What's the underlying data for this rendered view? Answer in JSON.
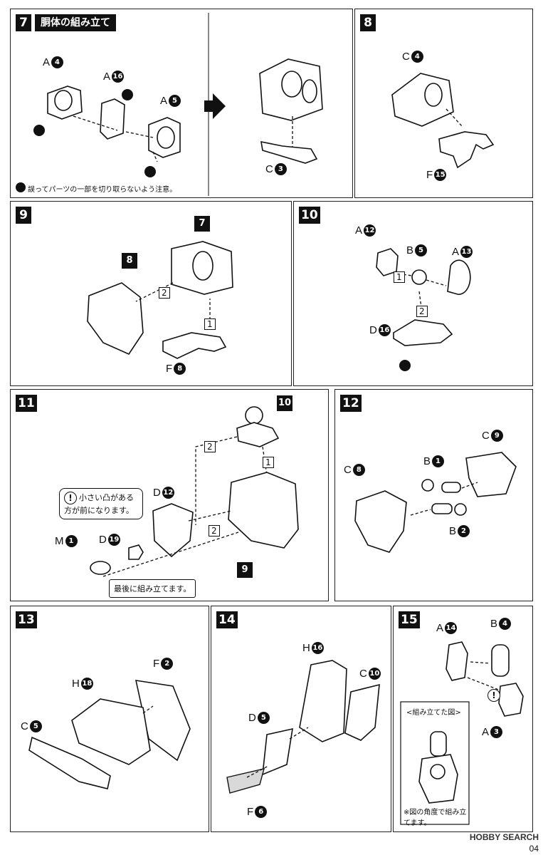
{
  "step7": {
    "num": "7",
    "title": "胴体の組み立て",
    "labels": [
      {
        "letter": "A",
        "n": "4"
      },
      {
        "letter": "A",
        "n": "16"
      },
      {
        "letter": "A",
        "n": "5"
      },
      {
        "letter": "C",
        "n": "3"
      }
    ],
    "note": "誤ってパーツの一部を切り取らないよう注意。"
  },
  "step8": {
    "num": "8",
    "labels": [
      {
        "letter": "C",
        "n": "4"
      },
      {
        "letter": "F",
        "n": "15"
      }
    ]
  },
  "step9": {
    "num": "9",
    "ref7": "7",
    "ref8": "8",
    "box1": "1",
    "box2": "2",
    "labels": [
      {
        "letter": "F",
        "n": "8"
      }
    ]
  },
  "step10": {
    "num": "10",
    "box1": "1",
    "box2": "2",
    "labels": [
      {
        "letter": "A",
        "n": "12"
      },
      {
        "letter": "B",
        "n": "5"
      },
      {
        "letter": "A",
        "n": "13"
      },
      {
        "letter": "D",
        "n": "16"
      }
    ]
  },
  "step11": {
    "num": "11",
    "ref10": "10",
    "ref9": "9",
    "box1": "1",
    "box2a": "2",
    "box2b": "2",
    "labels": [
      {
        "letter": "D",
        "n": "12"
      },
      {
        "letter": "M",
        "n": "1"
      },
      {
        "letter": "D",
        "n": "19"
      }
    ],
    "callout": "小さい凸がある方が前になります。",
    "final_note": "最後に組み立てます。"
  },
  "step12": {
    "num": "12",
    "labels": [
      {
        "letter": "C",
        "n": "8"
      },
      {
        "letter": "B",
        "n": "1"
      },
      {
        "letter": "C",
        "n": "9"
      },
      {
        "letter": "B",
        "n": "2"
      }
    ]
  },
  "step13": {
    "num": "13",
    "labels": [
      {
        "letter": "F",
        "n": "2"
      },
      {
        "letter": "H",
        "n": "18"
      },
      {
        "letter": "C",
        "n": "5"
      }
    ]
  },
  "step14": {
    "num": "14",
    "labels": [
      {
        "letter": "H",
        "n": "16"
      },
      {
        "letter": "C",
        "n": "10"
      },
      {
        "letter": "D",
        "n": "5"
      },
      {
        "letter": "F",
        "n": "6"
      }
    ]
  },
  "step15": {
    "num": "15",
    "labels": [
      {
        "letter": "A",
        "n": "14"
      },
      {
        "letter": "B",
        "n": "4"
      },
      {
        "letter": "A",
        "n": "3"
      }
    ],
    "inset_title": "<組み立てた図>",
    "inset_note": "※図の角度で組み立てます。"
  },
  "watermark": "HOBBY SEARCH",
  "page_number": "04"
}
